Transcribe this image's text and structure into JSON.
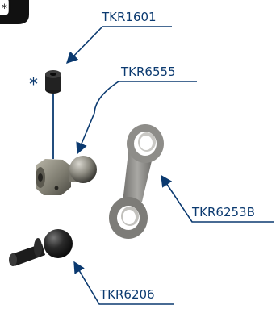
{
  "badge": {
    "text": "*"
  },
  "parts": [
    {
      "id": "tkr1601",
      "label": "TKR1601"
    },
    {
      "id": "tkr6555",
      "label": "TKR6555"
    },
    {
      "id": "tkr6253b",
      "label": "TKR6253B"
    },
    {
      "id": "tkr6206",
      "label": "TKR6206"
    }
  ],
  "marker": {
    "text": "*"
  },
  "colors": {
    "label": "#0b3a70",
    "part_metal": "#8c8a80",
    "part_dark": "#1e1e1e",
    "badge_bg": "#111111"
  }
}
